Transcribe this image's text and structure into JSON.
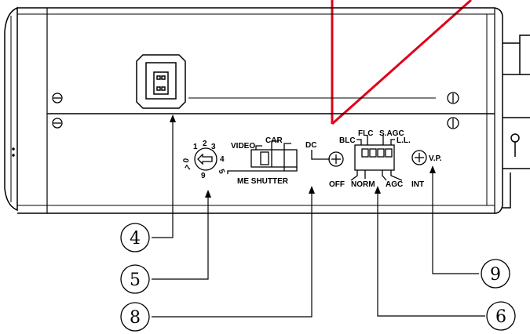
{
  "camera_panel": {
    "switch_labels": {
      "video": "VIDEO",
      "car": "CAR",
      "dc": "DC",
      "me_shutter": "ME SHUTTER"
    },
    "dial_digits": [
      "2",
      "1",
      "0",
      "7",
      "9",
      "5",
      "4",
      "3"
    ],
    "dip_labels": {
      "blc": "BLC",
      "flc": "FLC",
      "s_agc": "S.AGC",
      "ll": "L.L.",
      "off": "OFF",
      "norm": "NORM",
      "agc": "AGC",
      "int": "INT",
      "vp": "V.P."
    }
  },
  "callouts": {
    "c4": "4",
    "c5": "5",
    "c8": "8",
    "c9": "9",
    "c6": "6"
  },
  "colors": {
    "pointer_red": "#e0001b",
    "line": "#000000"
  }
}
